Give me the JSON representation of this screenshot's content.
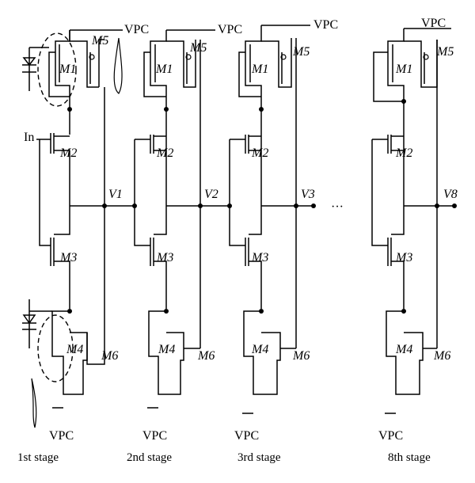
{
  "labels": {
    "vpc": "VPC",
    "input": "In",
    "ellipsis": "···",
    "m1": "M1",
    "m2": "M2",
    "m3": "M3",
    "m4": "M4",
    "m5": "M5",
    "m6": "M6",
    "v1": "V1",
    "v2": "V2",
    "v3": "V3",
    "v8": "V8",
    "stage1": "1st stage",
    "stage2": "2nd stage",
    "stage3": "3rd stage",
    "stage8": "8th stage"
  },
  "colors": {
    "ink": "#000000",
    "background": "#ffffff"
  },
  "icons": [
    "photodiode-icon",
    "photodiode-icon",
    "ground-icon"
  ]
}
